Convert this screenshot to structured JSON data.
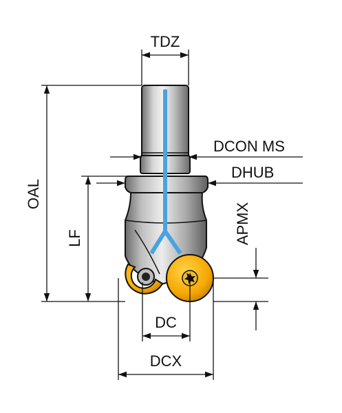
{
  "labels": {
    "tdz": "TDZ",
    "dcon": "DCON MS",
    "dhub": "DHUB",
    "oal": "OAL",
    "lf": "LF",
    "apmx": "APMX",
    "dc": "DC",
    "dcx": "DCX"
  },
  "colors": {
    "line": "#111111",
    "tool_body": "#9a9a9a",
    "insert_yellow": "#f5a800",
    "coolant_blue": "#4aa3df"
  },
  "icons": {
    "insert_screw_left": "round-screw-icon",
    "insert_screw_right": "torx-screw-icon"
  }
}
